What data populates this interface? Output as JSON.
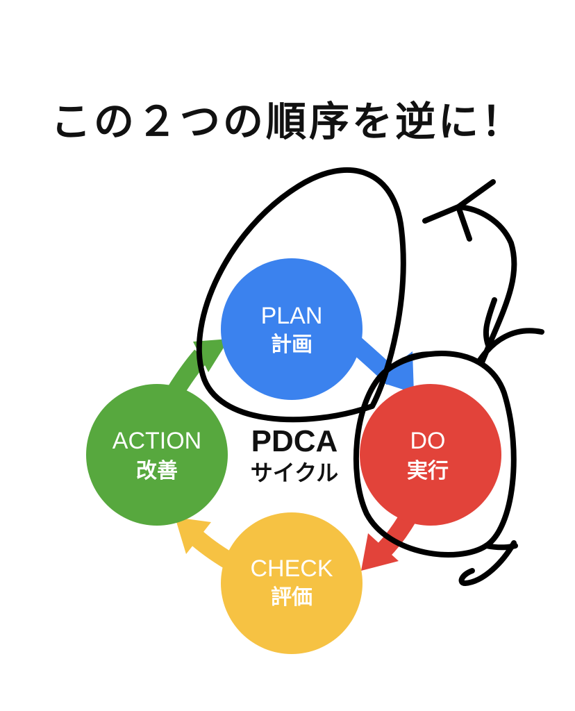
{
  "headline": "この２つの順序を逆に！",
  "center": {
    "title": "PDCA",
    "subtitle": "サイクル"
  },
  "nodes": {
    "plan": {
      "en": "PLAN",
      "ja": "計画",
      "color": "#3b82ee"
    },
    "do": {
      "en": "DO",
      "ja": "実行",
      "color": "#e2433a"
    },
    "check": {
      "en": "CHECK",
      "ja": "評価",
      "color": "#f6c243"
    },
    "action": {
      "en": "ACTION",
      "ja": "改善",
      "color": "#57a83e"
    }
  },
  "annotation": {
    "ink_color": "#000000",
    "swap_arrow_icon": "curved-swap-arrow-icon"
  }
}
